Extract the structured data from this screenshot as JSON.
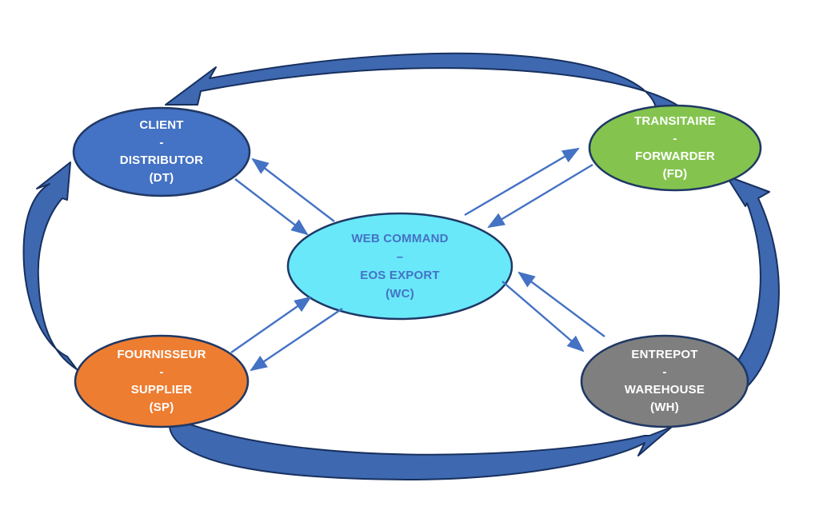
{
  "nodes": {
    "client": {
      "lines": [
        "CLIENT",
        "-",
        "DISTRIBUTOR",
        "(DT)"
      ],
      "fill": "#4472C4",
      "text_color": "#FFFFFF"
    },
    "transitaire": {
      "lines": [
        "TRANSITAIRE",
        "-",
        "FORWARDER",
        "(FD)"
      ],
      "fill": "#84C44E",
      "text_color": "#FFFFFF"
    },
    "web_command": {
      "lines": [
        "WEB COMMAND",
        "–",
        "EOS EXPORT",
        "(WC)"
      ],
      "fill": "#69E8FA",
      "text_color": "#4472C4"
    },
    "fournisseur": {
      "lines": [
        "FOURNISSEUR",
        "-",
        "SUPPLIER",
        "(SP)"
      ],
      "fill": "#ED7D31",
      "text_color": "#FFFFFF"
    },
    "entrepot": {
      "lines": [
        "ENTREPOT",
        "-",
        "WAREHOUSE",
        "(WH)"
      ],
      "fill": "#7F7F7F",
      "text_color": "#FFFFFF"
    }
  },
  "edges": {
    "bidirectional": [
      {
        "between": [
          "web_command",
          "client"
        ]
      },
      {
        "between": [
          "web_command",
          "transitaire"
        ]
      },
      {
        "between": [
          "web_command",
          "fournisseur"
        ]
      },
      {
        "between": [
          "web_command",
          "entrepot"
        ]
      }
    ],
    "outer_flow": [
      {
        "from": "transitaire",
        "to": "client",
        "position": "top"
      },
      {
        "from": "fournisseur",
        "to": "client",
        "position": "left"
      },
      {
        "from": "fournisseur",
        "to": "entrepot",
        "position": "bottom"
      },
      {
        "from": "entrepot",
        "to": "transitaire",
        "position": "right"
      }
    ]
  },
  "palette": {
    "node_outline": "#1F3864",
    "thin_arrow": "#4472C4",
    "thick_arrow_fill": "#3E68B0",
    "thick_arrow_outline": "#17305E",
    "background": "#FFFFFF"
  }
}
